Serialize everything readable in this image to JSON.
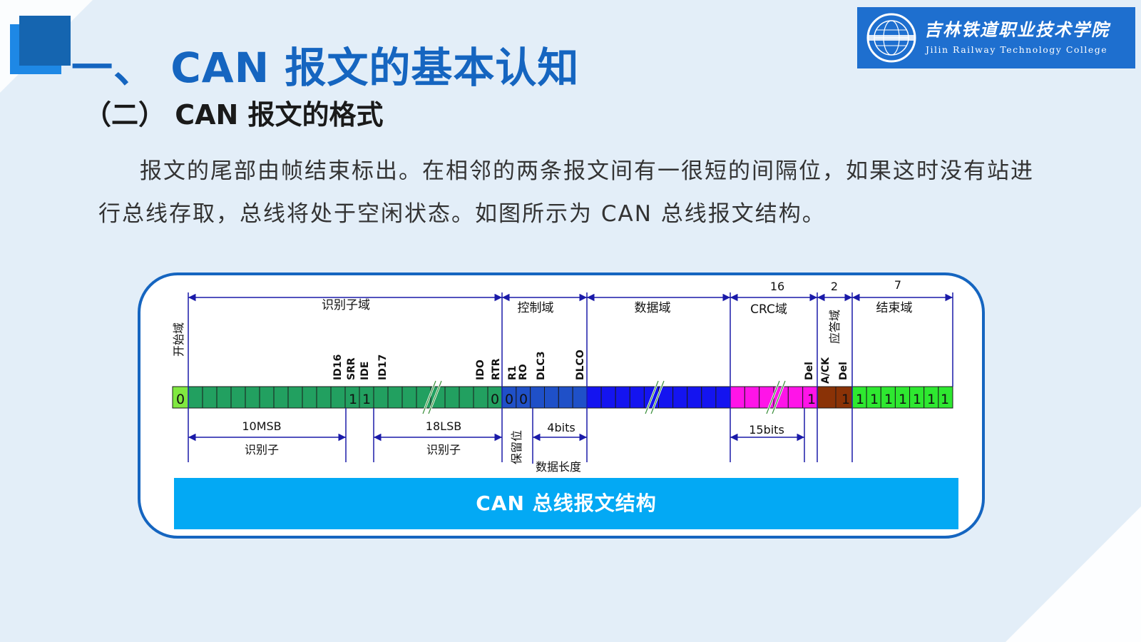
{
  "header": {
    "title": "一、 CAN 报文的基本认知",
    "subtitle": "（二） CAN 报文的格式"
  },
  "logo": {
    "name_cn": "吉林铁道职业技术学院",
    "name_en": "Jilin Railway Technology College"
  },
  "body": {
    "paragraph": "报文的尾部由帧结束标出。在相邻的两条报文间有一很短的间隔位，如果这时没有站进行总线存取，总线将处于空闲状态。如图所示为 CAN 总线报文结构。"
  },
  "diagram": {
    "caption": "CAN 总线报文结构",
    "fields": {
      "sof": "开始域",
      "arbitration": "识别子域",
      "control": "控制域",
      "data": "数据域",
      "crc": "CRC域",
      "ack": "应答域",
      "eof": "结束域"
    },
    "field_counts": {
      "crc": "16",
      "ack": "2",
      "eof": "7"
    },
    "bit_labels": {
      "id16": "ID16",
      "srr": "SRR",
      "ide": "IDE",
      "id17": "ID17",
      "id0": "IDO",
      "rtr": "RTR",
      "r1": "R1",
      "r0": "RO",
      "dlc3": "DLC3",
      "dlc0": "DLCO",
      "crc_del": "Del",
      "ack_bit": "A/CK",
      "ack_del": "Del"
    },
    "bit_values": {
      "sof": "0",
      "srr": "1",
      "ide": "1",
      "rtr": "0",
      "r1": "0",
      "r0": "0",
      "crc_del": "1",
      "ack_del": "1",
      "eof": [
        "1",
        "1",
        "1",
        "1",
        "1",
        "1",
        "1"
      ]
    },
    "annotations": {
      "msb_count": "10MSB",
      "msb_name": "识别子",
      "lsb_count": "18LSB",
      "lsb_name": "识别子",
      "reserved": "保留位",
      "dlc_bits": "4bits",
      "dlc_name": "数据长度",
      "crc_bits": "15bits"
    },
    "colors": {
      "frame": "#1565c0",
      "arrow": "#1a1aa8",
      "sof": "#80e840",
      "arbitration": "#22a060",
      "control": "#1f50c8",
      "data": "#1414f0",
      "crc": "#ff14e8",
      "ack": "#8a3206",
      "eof": "#2ee830",
      "caption": "#03a9f4"
    }
  }
}
